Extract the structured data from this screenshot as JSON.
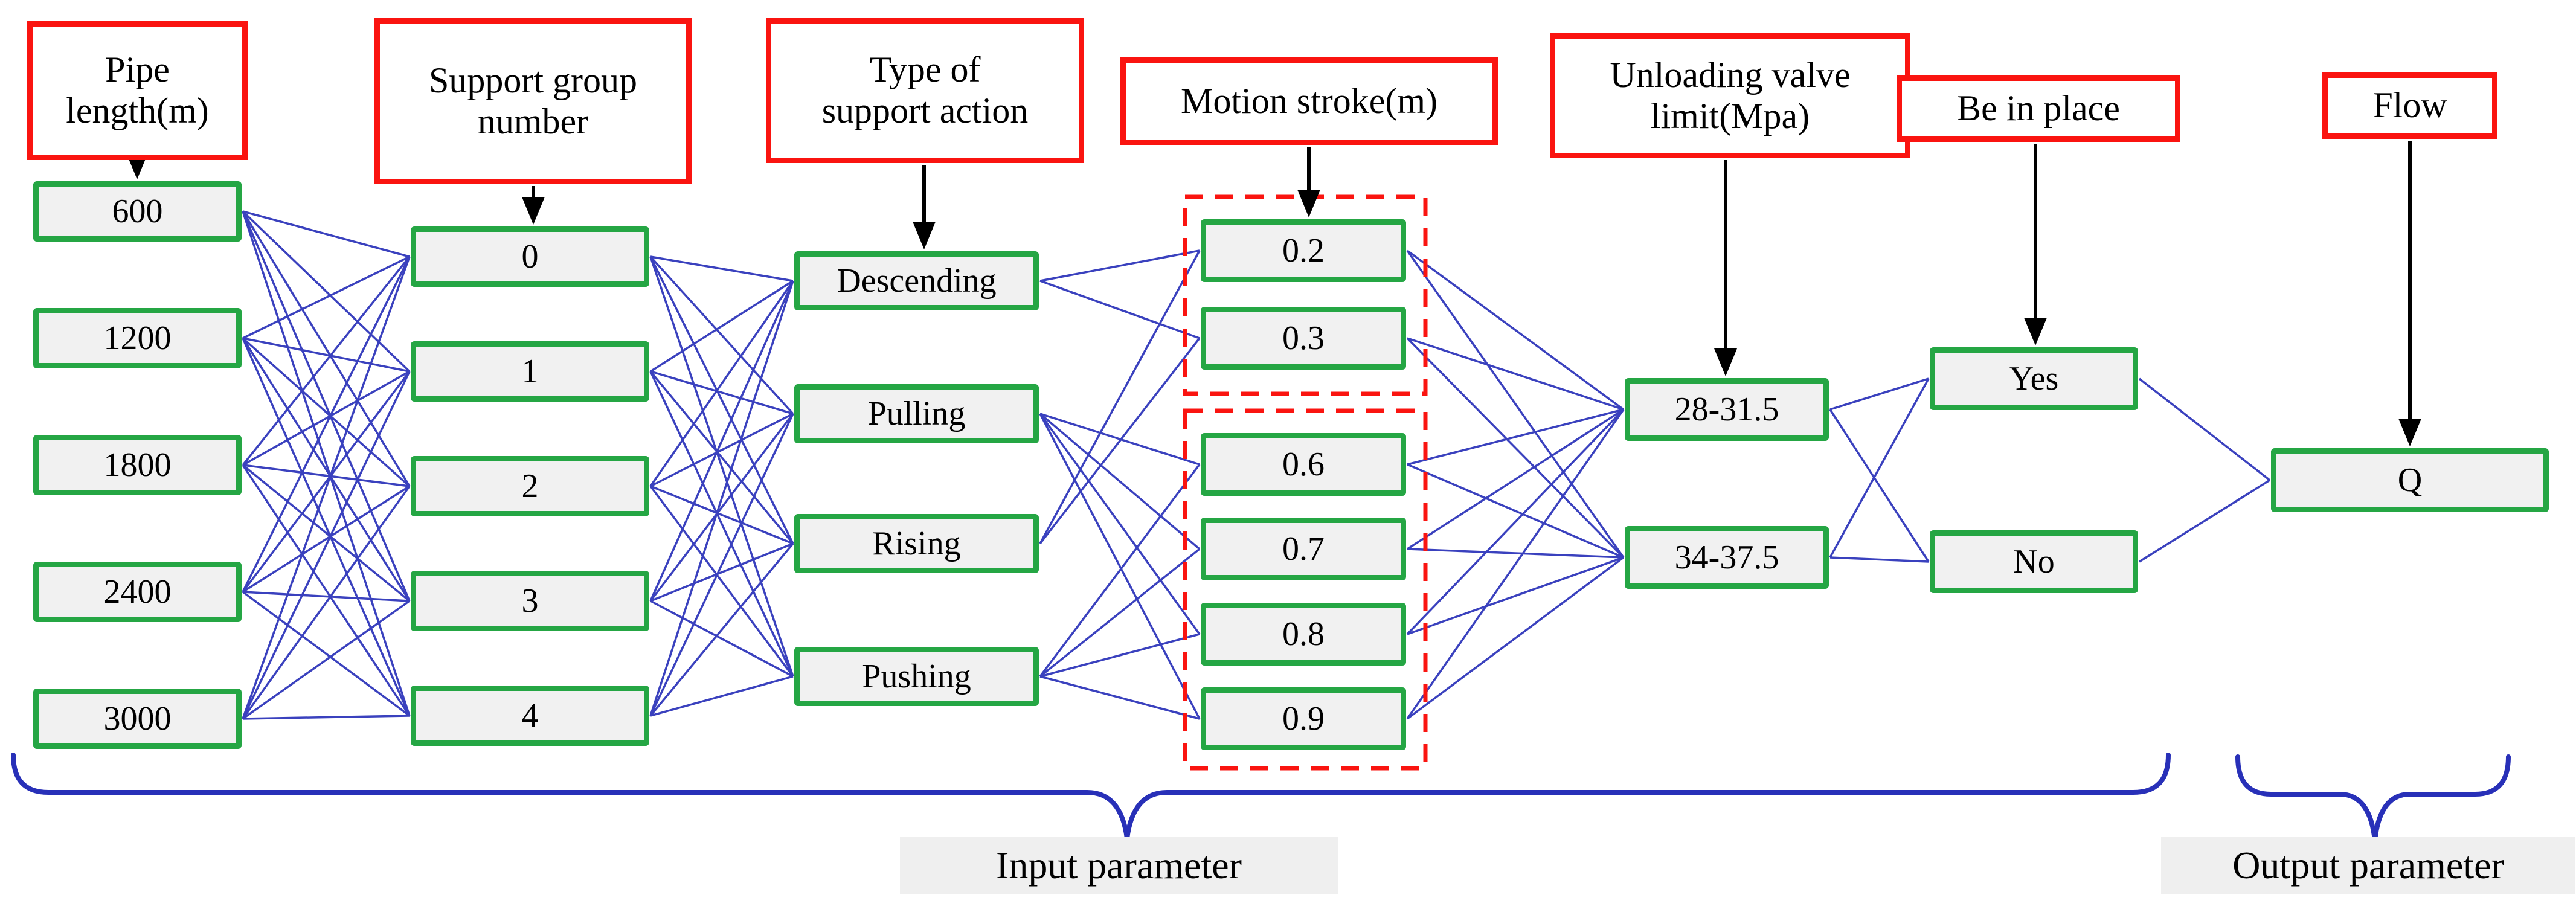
{
  "figure": {
    "kind": "parameter-network-diagram"
  },
  "columns": [
    {
      "id": "pipe_length",
      "header": "Pipe length(m)",
      "header_lines": [
        "Pipe",
        "length(m)"
      ],
      "values": [
        "600",
        "1200",
        "1800",
        "2400",
        "3000"
      ]
    },
    {
      "id": "support_group",
      "header": "Support group number",
      "header_lines": [
        "Support group",
        "number"
      ],
      "values": [
        "0",
        "1",
        "2",
        "3",
        "4"
      ]
    },
    {
      "id": "action_type",
      "header": "Type of support action",
      "header_lines": [
        "Type of",
        "support action"
      ],
      "values": [
        "Descending",
        "Pulling",
        "Rising",
        "Pushing"
      ]
    },
    {
      "id": "motion_stroke",
      "header": "Motion stroke(m)",
      "header_lines": [
        "Motion stroke(m)"
      ],
      "values": [
        "0.2",
        "0.3",
        "0.6",
        "0.7",
        "0.8",
        "0.9"
      ],
      "dashed_groups": [
        [
          "0.2",
          "0.3"
        ],
        [
          "0.6",
          "0.7",
          "0.8",
          "0.9"
        ]
      ]
    },
    {
      "id": "valve_limit",
      "header": "Unloading valve limit(Mpa)",
      "header_lines": [
        "Unloading valve",
        "limit(Mpa)"
      ],
      "values": [
        "28-31.5",
        "34-37.5"
      ]
    },
    {
      "id": "be_in_place",
      "header": "Be in place",
      "header_lines": [
        "Be in place"
      ],
      "values": [
        "Yes",
        "No"
      ]
    },
    {
      "id": "flow",
      "header": "Flow",
      "header_lines": [
        "Flow"
      ],
      "values": [
        "Q"
      ]
    }
  ],
  "connections": [
    {
      "from": "pipe_length",
      "to": "support_group",
      "type": "full"
    },
    {
      "from": "support_group",
      "to": "action_type",
      "type": "full"
    },
    {
      "from": "action_type",
      "to": "motion_stroke",
      "type": "pairs",
      "pairs": [
        [
          "Descending",
          "0.2"
        ],
        [
          "Descending",
          "0.3"
        ],
        [
          "Rising",
          "0.2"
        ],
        [
          "Rising",
          "0.3"
        ],
        [
          "Pulling",
          "0.6"
        ],
        [
          "Pulling",
          "0.7"
        ],
        [
          "Pulling",
          "0.8"
        ],
        [
          "Pulling",
          "0.9"
        ],
        [
          "Pushing",
          "0.6"
        ],
        [
          "Pushing",
          "0.7"
        ],
        [
          "Pushing",
          "0.8"
        ],
        [
          "Pushing",
          "0.9"
        ]
      ]
    },
    {
      "from": "motion_stroke",
      "to": "valve_limit",
      "type": "full"
    },
    {
      "from": "valve_limit",
      "to": "be_in_place",
      "type": "full"
    },
    {
      "from": "be_in_place",
      "to": "flow",
      "type": "full"
    }
  ],
  "footer": {
    "input_label": "Input parameter",
    "output_label": "Output parameter"
  },
  "colors": {
    "header_border": "#fa1410",
    "node_border": "#25a644",
    "node_fill": "#f1f1f1",
    "connection": "#3a41be",
    "brace": "#2830b8",
    "arrow": "#000000",
    "dashed_group": "#fa1410",
    "label_bg": "#efefef"
  }
}
